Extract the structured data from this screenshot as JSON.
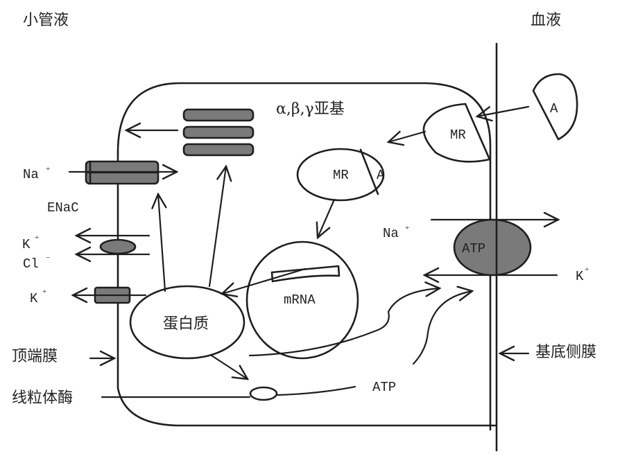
{
  "regions": {
    "tubular_fluid": "小管液",
    "blood": "血液"
  },
  "membranes": {
    "apical": "顶端膜",
    "basolateral": "基底侧膜"
  },
  "apical_transporters": {
    "na": {
      "ion": "Na",
      "charge": "+"
    },
    "enac": "ENaC",
    "k_cotransport": {
      "ion": "K",
      "charge": "+"
    },
    "cl_cotransport": {
      "ion": "Cl",
      "charge": "−"
    },
    "k_channel": {
      "ion": "K",
      "charge": "+"
    }
  },
  "intracellular": {
    "subunits": "α,β,γ亚基",
    "receptor_complex_left": "MR",
    "receptor_complex_right": "A",
    "mrna": "mRNA",
    "protein": "蛋白质",
    "mito_enzyme": "线粒体酶",
    "atp_label": "ATP"
  },
  "basolateral_pump": {
    "na": {
      "ion": "Na",
      "charge": "+"
    },
    "k": {
      "ion": "K",
      "charge": "+"
    },
    "atp": "ATP"
  },
  "extracellular": {
    "hormone": "A",
    "receptor": "MR"
  },
  "colors": {
    "stroke": "#1e1e1e",
    "fill_dark": "#7a7a7a",
    "background": "#ffffff"
  }
}
